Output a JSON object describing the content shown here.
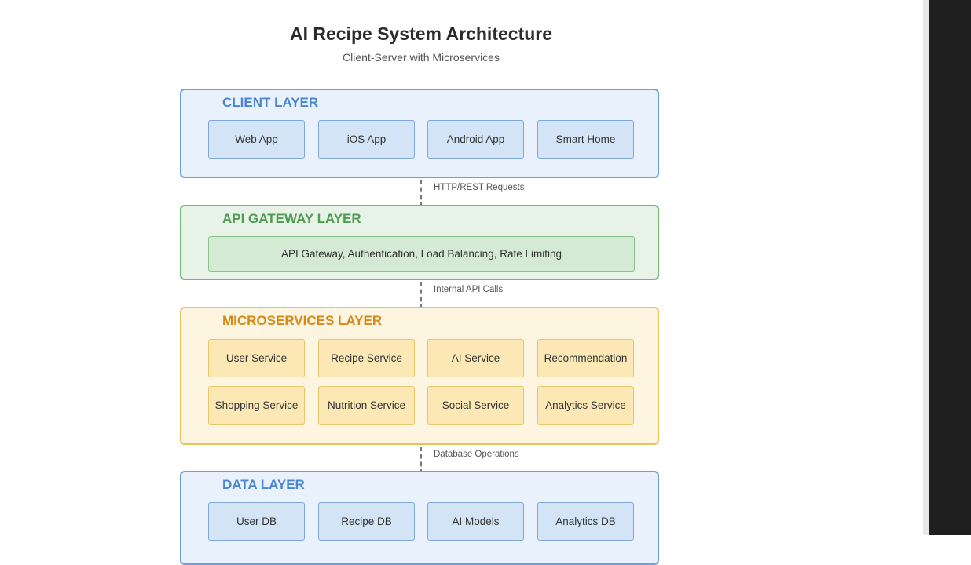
{
  "diagram": {
    "title": "AI Recipe System Architecture",
    "subtitle": "Client-Server with Microservices",
    "layers": {
      "client": {
        "title": "CLIENT LAYER",
        "components": [
          "Web App",
          "iOS App",
          "Android App",
          "Smart Home"
        ]
      },
      "gateway": {
        "title": "API GATEWAY LAYER",
        "components": [
          "API Gateway, Authentication, Load Balancing, Rate Limiting"
        ]
      },
      "microservices": {
        "title": "MICROSERVICES LAYER",
        "components": [
          "User Service",
          "Recipe Service",
          "AI Service",
          "Recommendation",
          "Shopping Service",
          "Nutrition Service",
          "Social Service",
          "Analytics Service"
        ]
      },
      "data": {
        "title": "DATA LAYER",
        "components": [
          "User DB",
          "Recipe DB",
          "AI Models",
          "Analytics DB"
        ]
      }
    },
    "connections": [
      {
        "from": "client",
        "to": "gateway",
        "label": "HTTP/REST Requests"
      },
      {
        "from": "gateway",
        "to": "microservices",
        "label": "Internal API Calls"
      },
      {
        "from": "microservices",
        "to": "data",
        "label": "Database Operations"
      }
    ],
    "colors": {
      "client_accent": "#4a86cf",
      "gateway_accent": "#4f9b52",
      "microservices_accent": "#d38a19",
      "data_accent": "#4a86cf"
    }
  }
}
